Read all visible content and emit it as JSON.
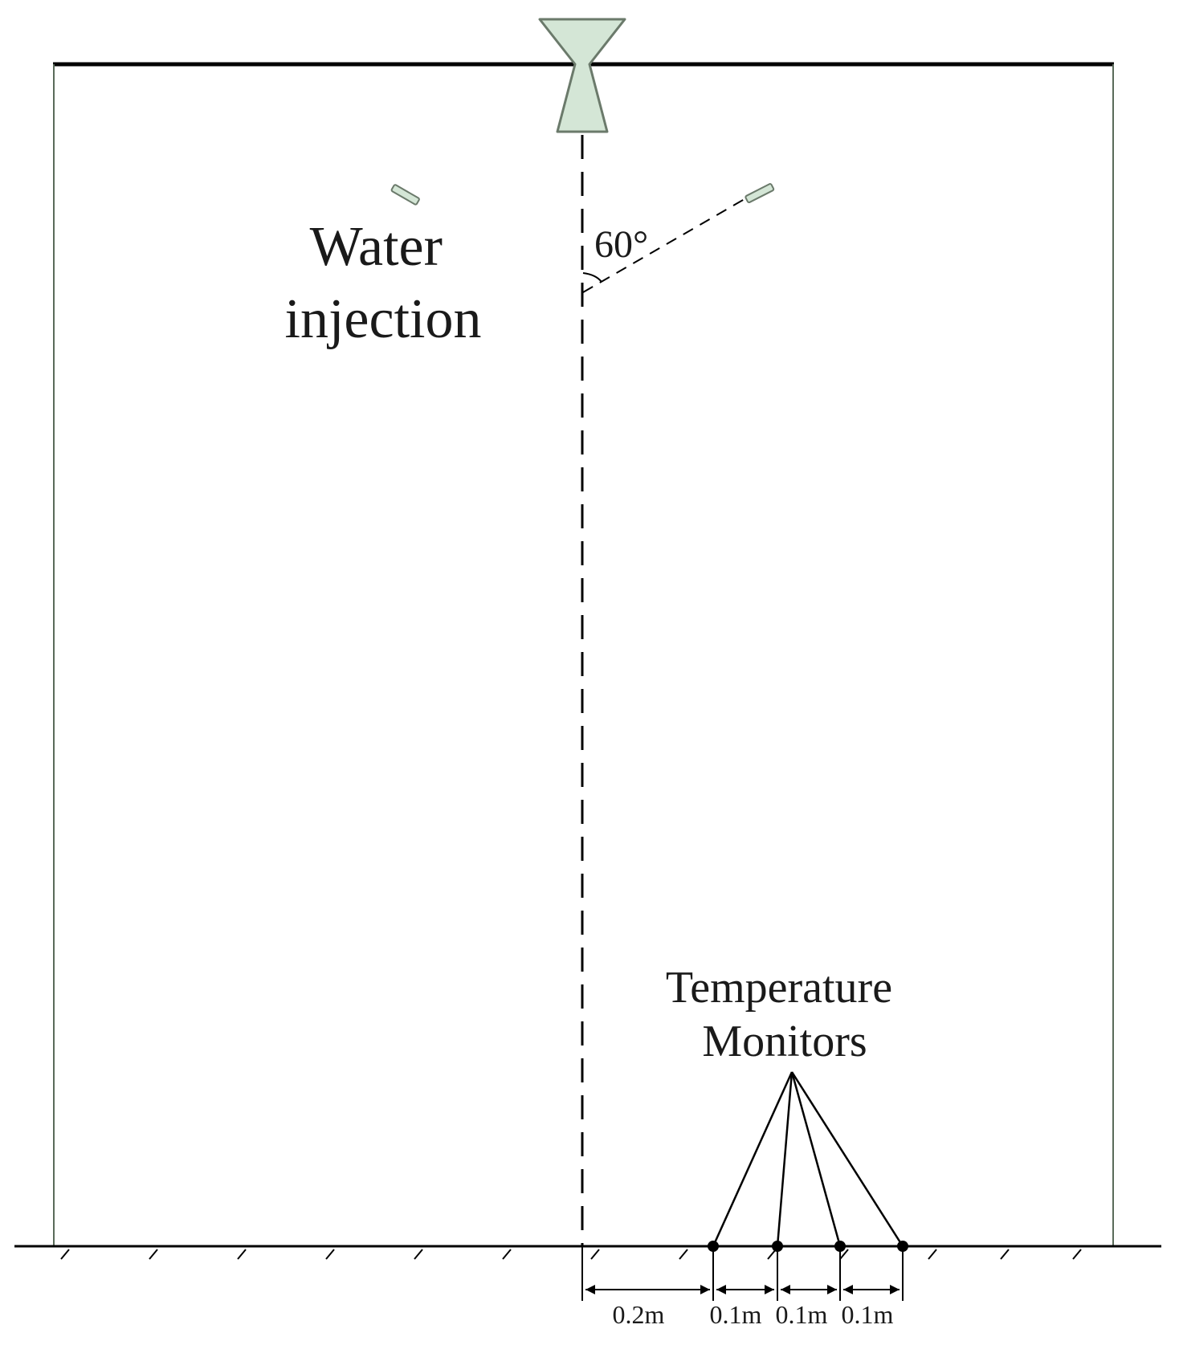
{
  "diagram": {
    "water_injection_label": [
      "Water",
      "injection"
    ],
    "spray_angle_label": "60°",
    "temperature_monitors_label": [
      "Temperature",
      "Monitors"
    ],
    "distances": [
      "0.2m",
      "0.1m",
      "0.1m",
      "0.1m"
    ],
    "colors": {
      "line": "#000000",
      "wall": "#5a6b5a",
      "nozzle_fill": "#d4e6d6",
      "nozzle_stroke": "#6b7a6b"
    }
  }
}
